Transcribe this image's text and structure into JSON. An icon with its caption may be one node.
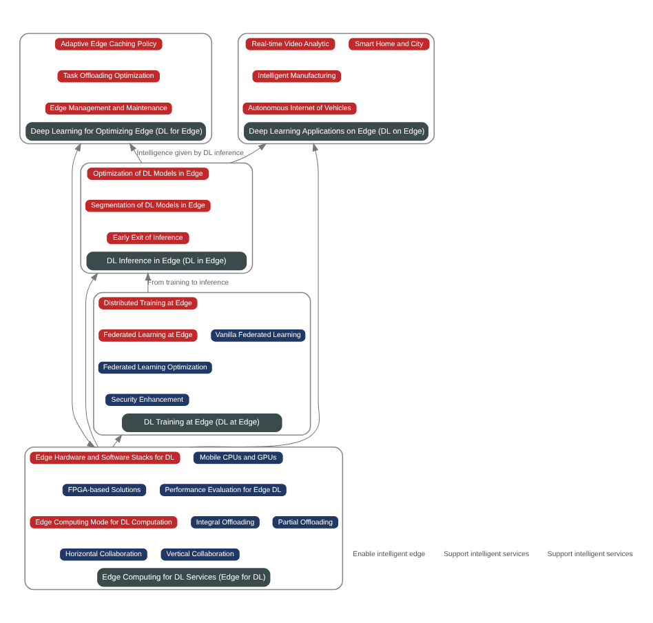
{
  "diagram": {
    "nodes": [
      {
        "text": [
          "Deep Learning for Optimizing Edge (DL for Edge)"
        ]
      },
      {
        "text": [
          "Adaptive Edge Caching Policy"
        ],
        "in": 0
      },
      {
        "text": [
          "Task Offloading Optimization"
        ],
        "in": 0
      },
      {
        "text": [
          "Edge Management and Maintenance"
        ],
        "in": 0
      },
      {
        "text": [
          "Deep Learning Applications on Edge (DL on Edge)"
        ]
      },
      {
        "text": [
          "Real-time Video Analytic"
        ],
        "in": 4
      },
      {
        "text": [
          "Smart Home and City"
        ],
        "in": 4
      },
      {
        "text": [
          "Intelligent Manufacturing"
        ],
        "in": 4
      },
      {
        "text": [
          "Autonomous Internet of Vehicles"
        ],
        "in": 4
      },
      {
        "text": [
          "DL Inference in Edge (DL in Edge)"
        ]
      },
      {
        "text": [
          "Optimization of DL Models in Edge"
        ],
        "in": 9
      },
      {
        "text": [
          "Segmentation of DL Models in Edge"
        ],
        "in": 9
      },
      {
        "text": [
          "Early Exit of Inference"
        ],
        "in": 9
      },
      {
        "text": [
          "DL Training at Edge (DL at Edge)"
        ]
      },
      {
        "text": [
          "Distributed Training at Edge"
        ],
        "in": 13
      },
      {
        "text": [
          "Federated Learning at Edge"
        ],
        "in": 13
      },
      {
        "text": [
          "Vanilla Federated Learning"
        ],
        "in": 13
      },
      {
        "text": [
          "Federated Learning Optimization"
        ],
        "in": 13
      },
      {
        "text": [
          "Security Enhancement"
        ],
        "in": 13
      },
      {
        "text": [
          "Edge Computing for DL Services (Edge for DL)"
        ]
      },
      {
        "text": [
          "Edge Hardware and Software Stacks for DL"
        ],
        "in": 19
      },
      {
        "text": [
          "Mobile CPUs and GPUs"
        ],
        "in": 19
      },
      {
        "text": [
          "FPGA-based Solutions"
        ],
        "in": 19
      },
      {
        "text": [
          "Performance Evaluation for Edge DL"
        ],
        "in": 19
      },
      {
        "text": [
          "Edge Computing Mode for DL Computation"
        ],
        "in": 19
      },
      {
        "text": [
          "Integral Offloading"
        ],
        "in": 19
      },
      {
        "text": [
          "Partial Offloading"
        ],
        "in": 19
      },
      {
        "text": [
          "Horizontal Collaboration"
        ],
        "in": 19
      },
      {
        "text": [
          "Vertical Collaboration"
        ],
        "in": 19
      }
    ],
    "edges": [
      {
        "from": 19,
        "to": 0,
        "arrow": "both"
      },
      {
        "from": 9,
        "to": 0,
        "arrow": "to",
        "label": "Intelligence given by DL inference"
      },
      {
        "from": 9,
        "to": 4,
        "arrow": "to"
      },
      {
        "from": 13,
        "to": 9,
        "arrow": "to",
        "label": "From training to inference"
      },
      {
        "from": 19,
        "to": 13,
        "arrow": "to"
      },
      {
        "from": 19,
        "to": 9,
        "arrow": "to"
      },
      {
        "from": 19,
        "to": 4,
        "arrow": "to"
      }
    ],
    "labels": [
      "Enable intelligent edge",
      "Support intelligent services",
      "Support intelligent services"
    ]
  }
}
